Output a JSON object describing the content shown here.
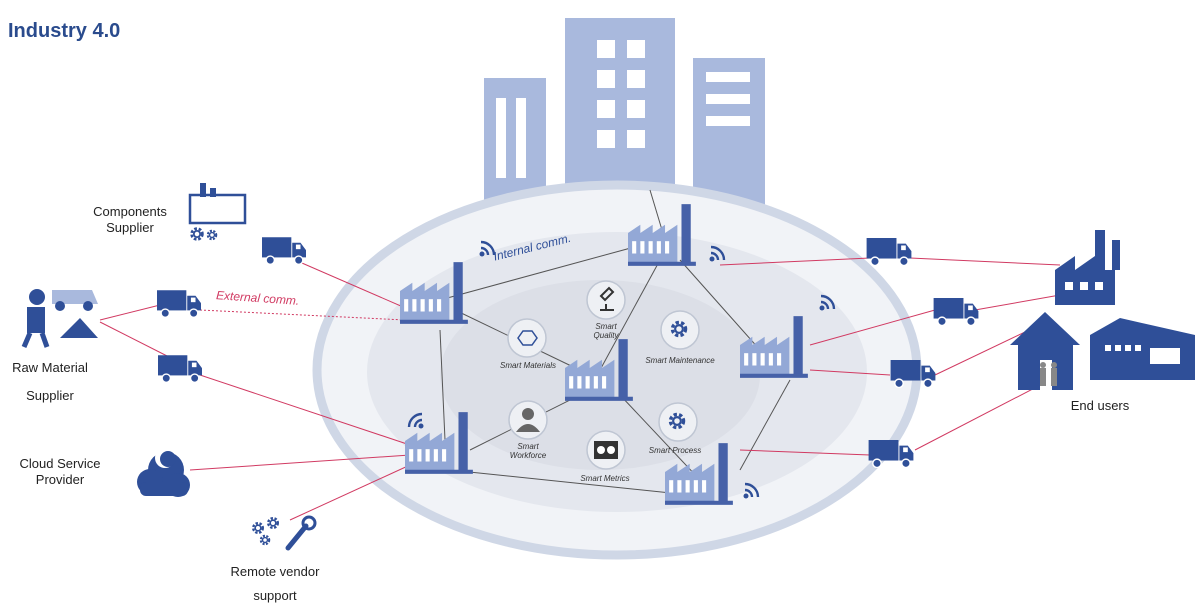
{
  "title": "Industry 4.0",
  "colors": {
    "primary": "#2f4f98",
    "light": "#8ea7d8",
    "link_external": "#d13a62",
    "link_internal": "#4a4a4a",
    "ellipse": "#d6dde9"
  },
  "labels": {
    "components_supplier": [
      "Components",
      "Supplier"
    ],
    "raw_material_supplier": [
      "Raw Material",
      "Supplier"
    ],
    "cloud_service_provider": [
      "Cloud Service",
      "Provider"
    ],
    "remote_vendor_support": [
      "Remote vendor",
      "support"
    ],
    "end_users": "End users",
    "internal_comm": "Internal comm.",
    "external_comm": "External comm."
  },
  "smart": {
    "materials": "Smart Materials",
    "quality": [
      "Smart",
      "Quality"
    ],
    "maintenance": "Smart Maintenance",
    "workforce": [
      "Smart",
      "Workforce"
    ],
    "metrics": "Smart Metrics",
    "process": "Smart Process"
  },
  "icons": [
    "factory-icon",
    "truck-icon",
    "wifi-icon",
    "cloud-icon",
    "gears-icon",
    "wrench-icon",
    "building-icon",
    "house-icon",
    "worker-icon",
    "dump-truck-icon",
    "microscope-icon",
    "molecule-icon",
    "person-icon",
    "meter-icon",
    "people-icon"
  ]
}
